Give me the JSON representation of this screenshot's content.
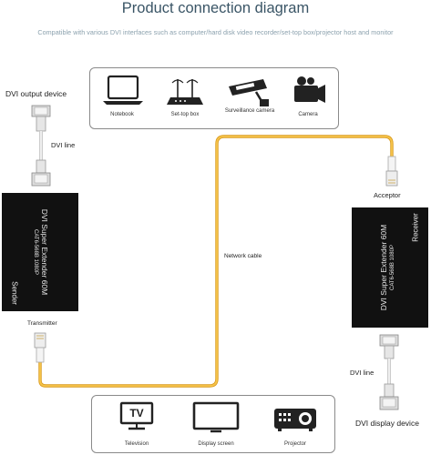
{
  "header": {
    "title": "Product connection diagram",
    "subtitle": "Compatible with various DVI interfaces such as computer/hard disk video recorder/set-top box/projector host and monitor"
  },
  "source_devices": [
    {
      "icon": "notebook-icon",
      "label": "Notebook"
    },
    {
      "icon": "set-top-box-icon",
      "label": "Set-top box"
    },
    {
      "icon": "surveillance-camera-icon",
      "label": "Surveillance camera"
    },
    {
      "icon": "camera-icon",
      "label": "Camera"
    }
  ],
  "display_devices": [
    {
      "icon": "television-icon",
      "label": "Television",
      "glyph": "TV"
    },
    {
      "icon": "display-screen-icon",
      "label": "Display screen"
    },
    {
      "icon": "projector-icon",
      "label": "Projector"
    }
  ],
  "labels": {
    "dvi_output_device": "DVI output device",
    "dvi_line_top": "DVI line",
    "transmitter": "Transmitter",
    "network_cable": "Network cable",
    "acceptor": "Acceptor",
    "dvi_line_bottom": "DVI line",
    "dvi_display_device": "DVI display device"
  },
  "sender": {
    "line1": "DVI Super Extender 60M",
    "line2": "CAT6-568B 1080P",
    "role": "Sender"
  },
  "receiver": {
    "line1": "DVI Super Extender 60M",
    "line2": "CAT6-568B 1080P",
    "role": "Receiver"
  },
  "colors": {
    "title": "#3a5566",
    "subtitle": "#8aa0ad",
    "cable": "#f0b429",
    "box": "#111111"
  }
}
